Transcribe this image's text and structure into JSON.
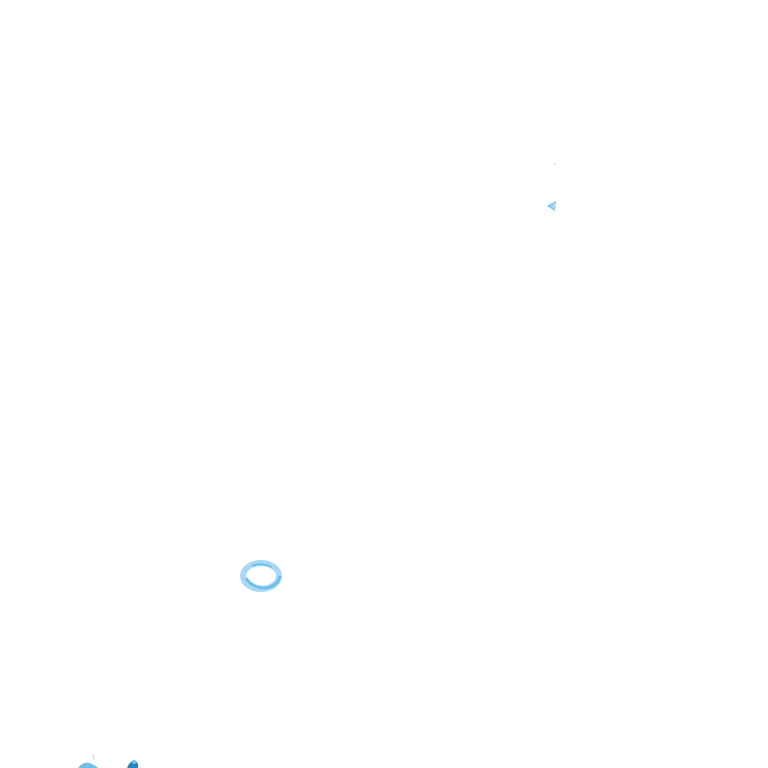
{
  "canvas": {
    "background": "#ffffff",
    "accent_light": "#a9d8f5",
    "accent_mid": "#6fbfe9",
    "accent_dark": "#2f7fc0"
  },
  "shapes": [
    {
      "name": "faint-dot-shape",
      "icon": "dot"
    },
    {
      "name": "small-arrow-shape",
      "icon": "left-arrow"
    },
    {
      "name": "blue-ring-shape",
      "icon": "ring"
    },
    {
      "name": "edge-splash-shape-left",
      "icon": "splash"
    },
    {
      "name": "edge-splash-shape-right",
      "icon": "splash"
    }
  ]
}
